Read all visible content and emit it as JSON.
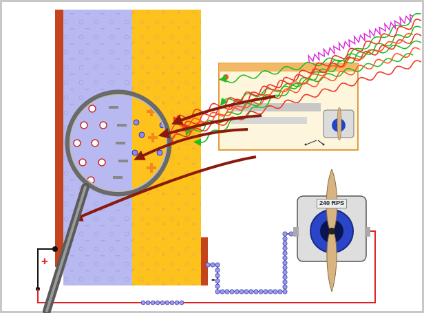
{
  "diagram": {
    "nodes": [
      {
        "text": [
          "240 RPS"
        ]
      }
    ],
    "labels": [
      "+",
      "-"
    ]
  }
}
